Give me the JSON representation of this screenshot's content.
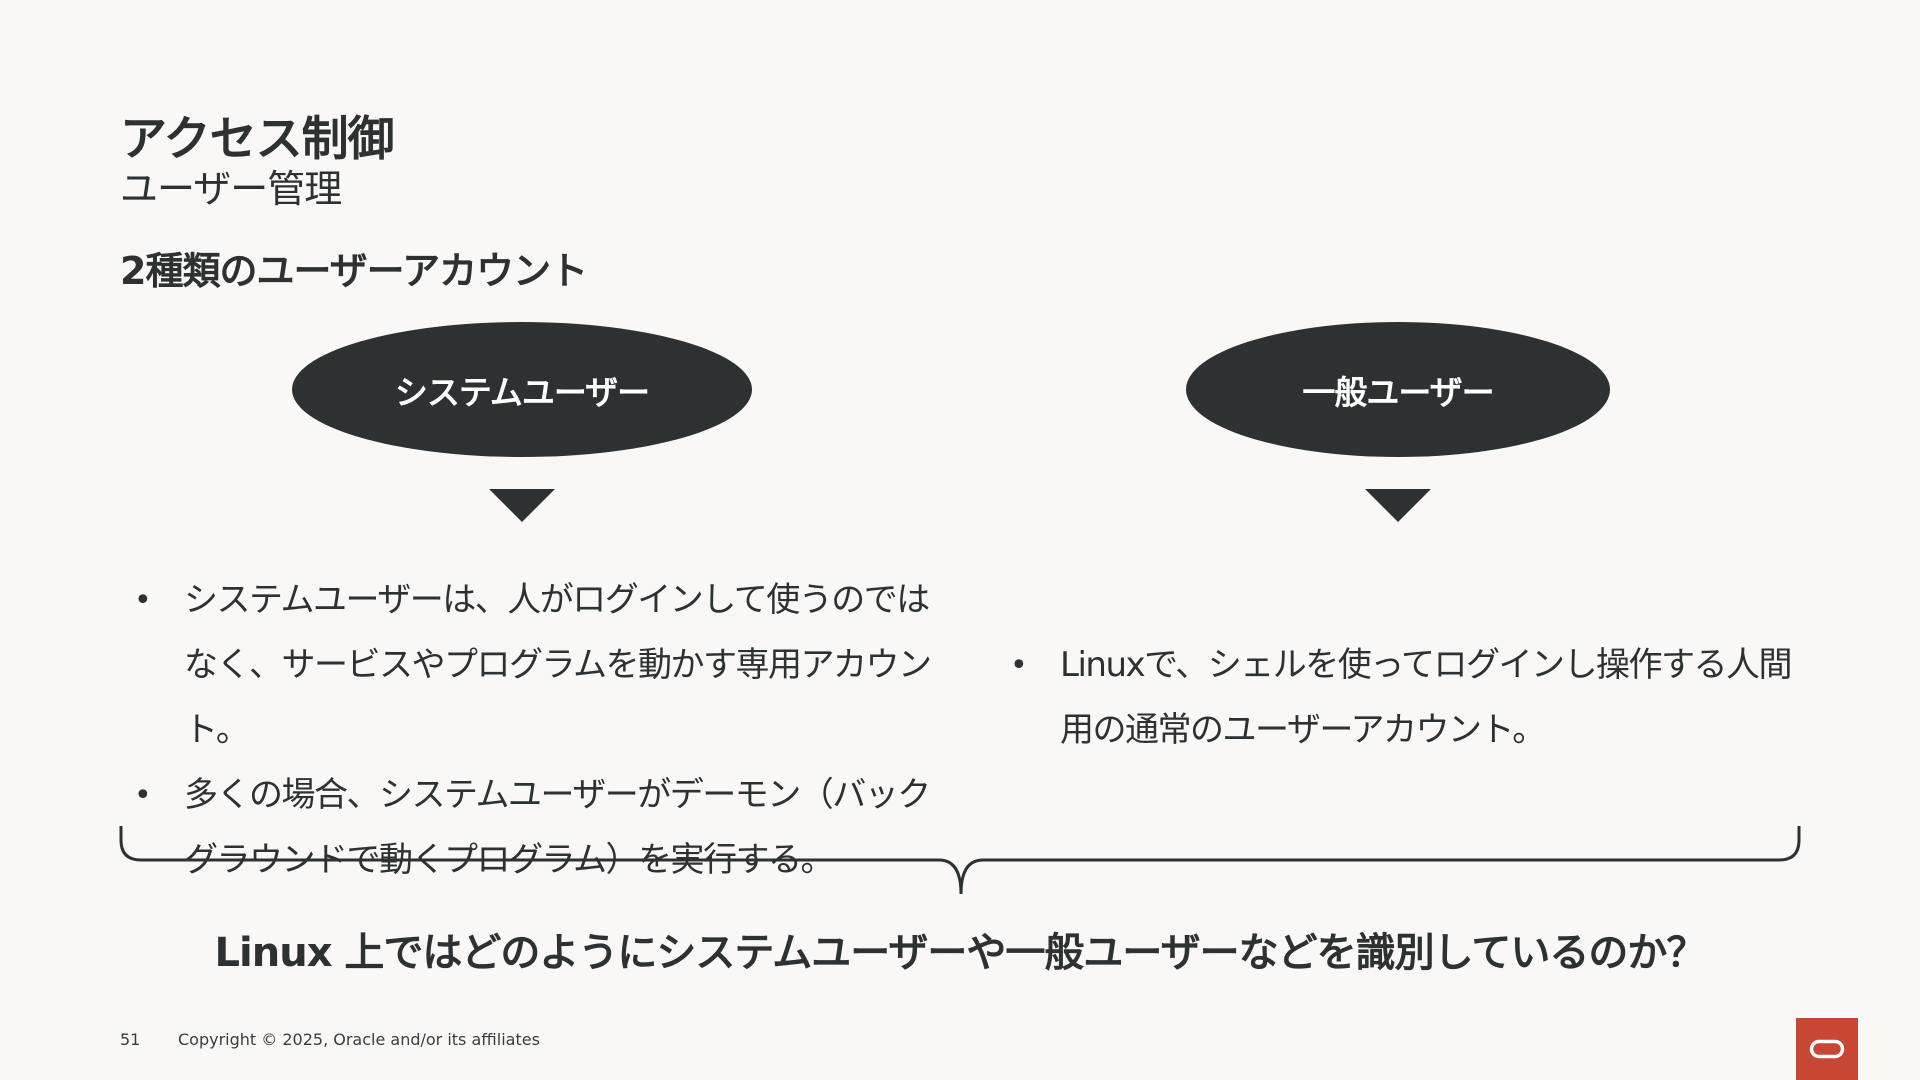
{
  "slide": {
    "title": "アクセス制御",
    "subtitle": "ユーザー管理",
    "section_heading": "2種類のユーザーアカウント"
  },
  "left": {
    "label": "システムユーザー",
    "bullets": [
      "システムユーザーは、人がログインして使うのではなく、サービスやプログラムを動かす専用アカウント。",
      "多くの場合、システムユーザーがデーモン（バックグラウンドで動くプログラム）を実行する。"
    ]
  },
  "right": {
    "label": "一般ユーザー",
    "bullets": [
      "Linuxで、シェルを使ってログインし操作する人間用の通常のユーザーアカウント。"
    ]
  },
  "question": "Linux 上ではどのようにシステムユーザーや一般ユーザーなどを識別しているのか？",
  "footer": {
    "page_number": "51",
    "copyright": "Copyright © 2025, Oracle and/or its affiliates"
  },
  "icons": {
    "logo": "oracle-logo-icon",
    "bullet": "bullet-dot"
  },
  "colors": {
    "background": "#f9f8f6",
    "dark": "#2d3132",
    "brand": "#c74634"
  }
}
